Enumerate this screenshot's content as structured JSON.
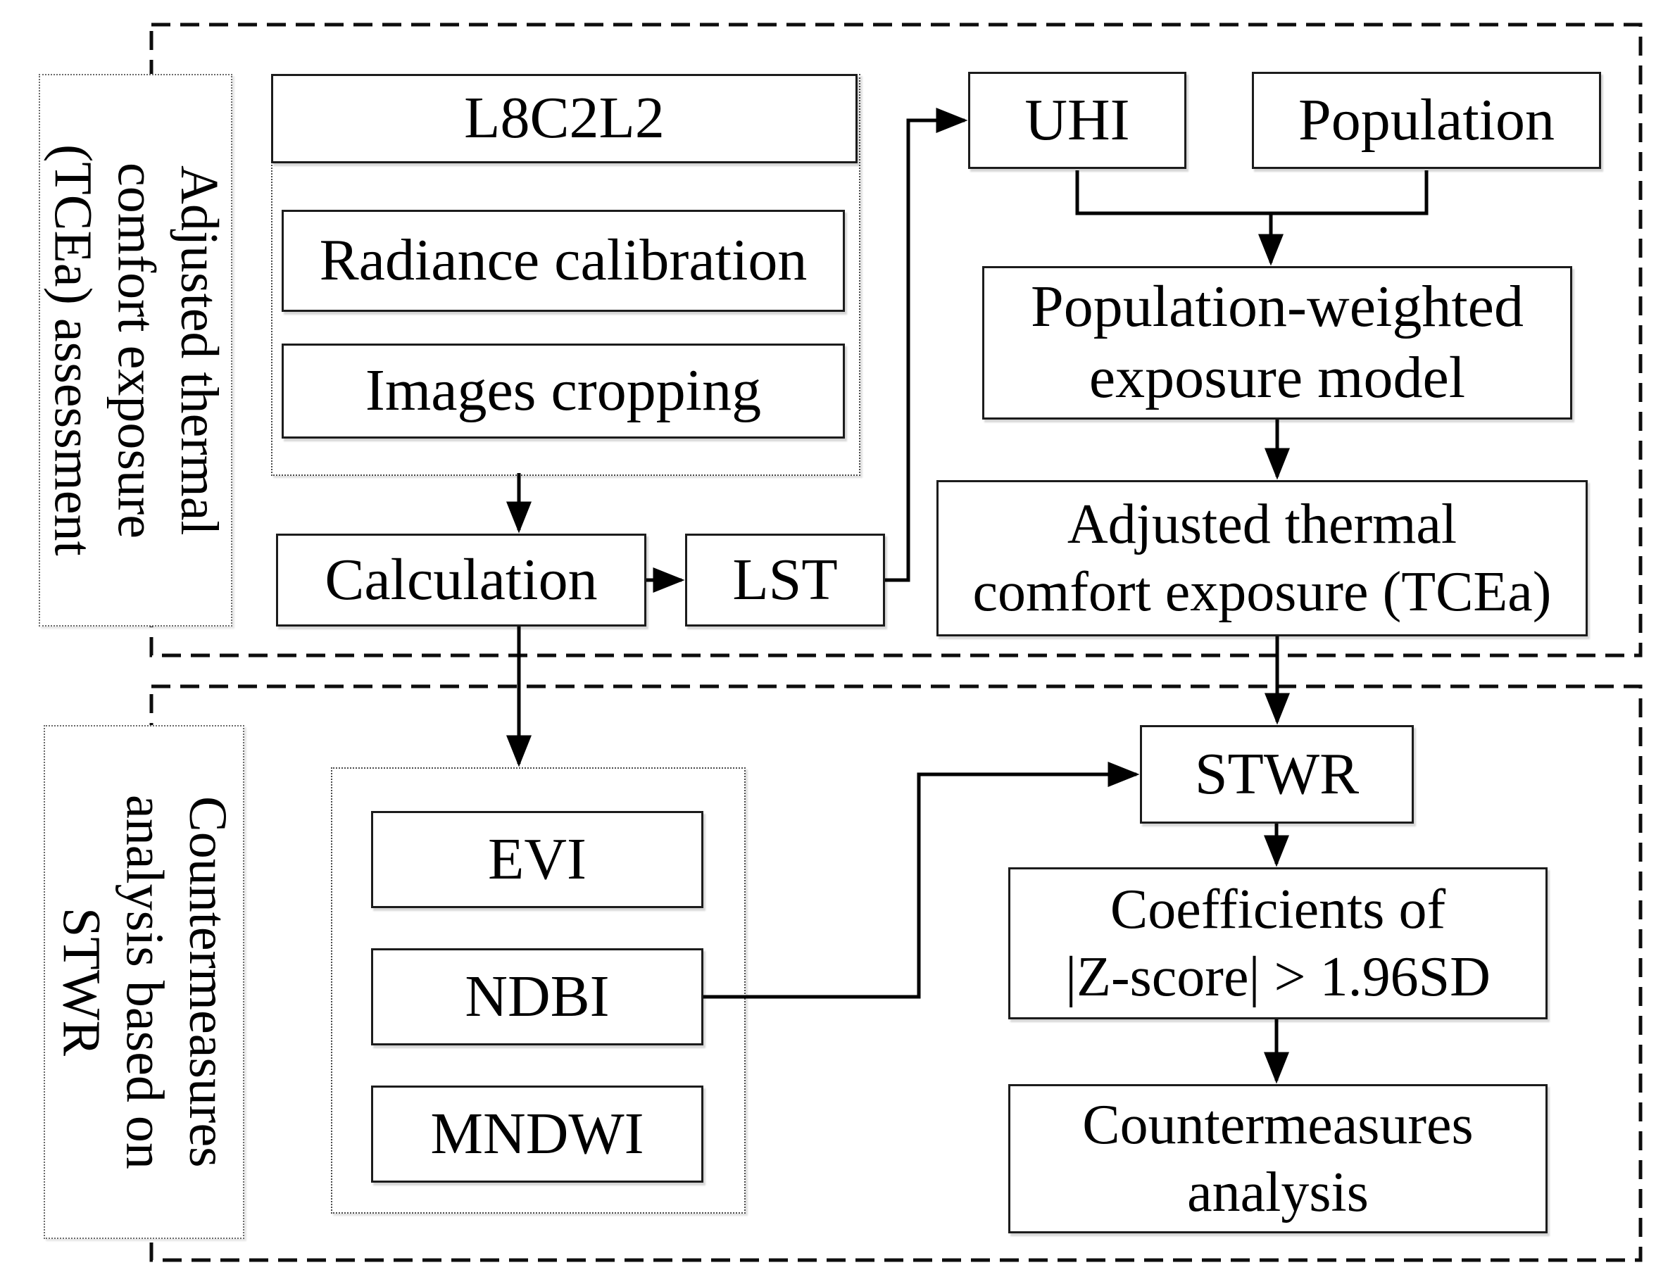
{
  "diagram": {
    "sections": {
      "top_label": "Adjusted thermal\ncomfort exposure\n(TCEa) assessment",
      "bottom_label": "Countermeasures\nanalysis based on\nSTWR"
    },
    "nodes": {
      "l8c2l2": "L8C2L2",
      "radiance": "Radiance calibration",
      "cropping": "Images cropping",
      "calculation": "Calculation",
      "lst": "LST",
      "uhi": "UHI",
      "population": "Population",
      "pop_weighted": "Population-weighted\nexposure model",
      "tcea": "Adjusted thermal\ncomfort exposure (TCEa)",
      "evi": "EVI",
      "ndbi": "NDBI",
      "mndwi": "MNDWI",
      "stwr": "STWR",
      "coefficients": "Coefficients of\n|Z-score| > 1.96SD",
      "countermeasures": "Countermeasures\nanalysis"
    },
    "colors": {
      "line": "#000000",
      "box_border": "#1c1c1c",
      "background": "#ffffff"
    }
  }
}
